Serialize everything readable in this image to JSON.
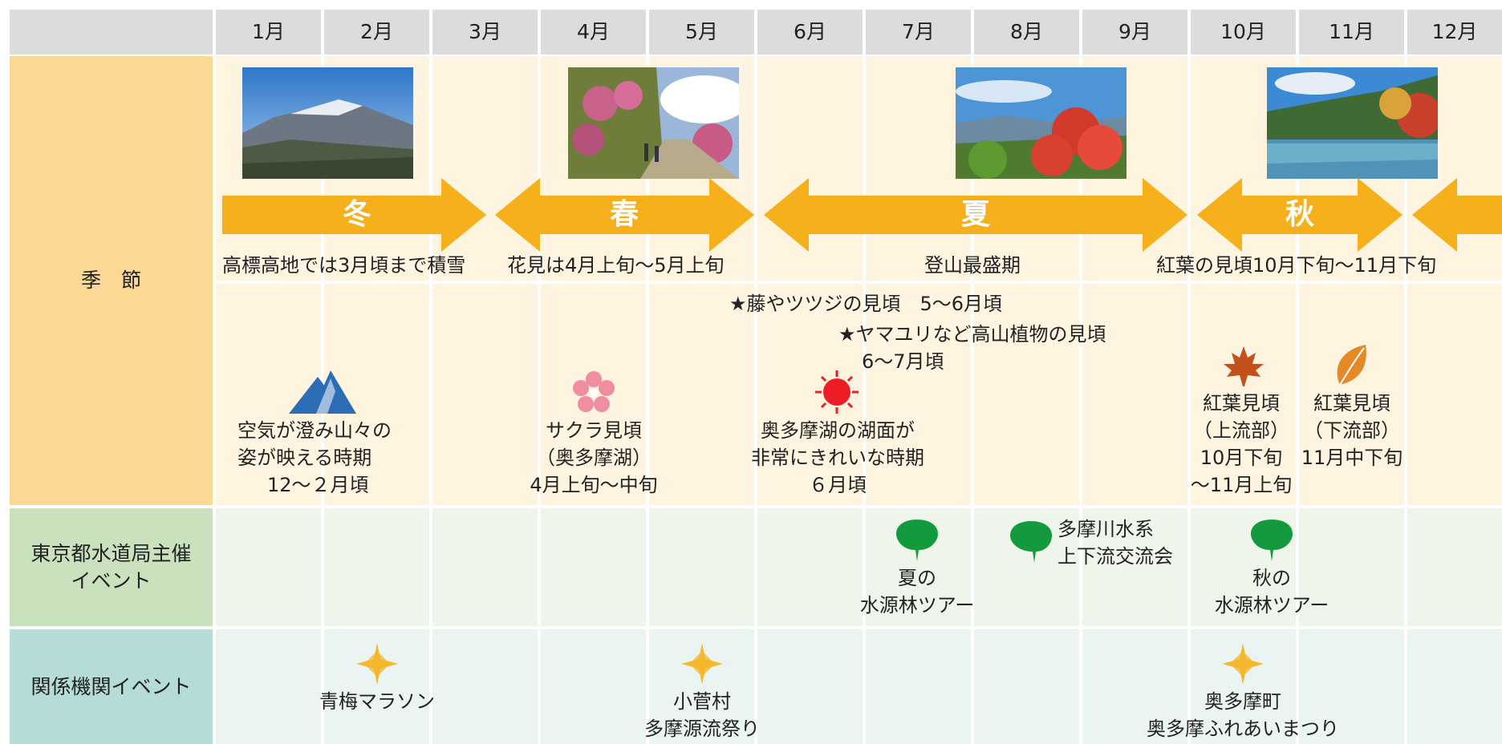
{
  "months": [
    "1月",
    "2月",
    "3月",
    "4月",
    "5月",
    "6月",
    "7月",
    "8月",
    "9月",
    "10月",
    "11月",
    "12月"
  ],
  "rows": {
    "season": "季　節",
    "tokyo": [
      "東京都水道局主催",
      "イベント"
    ],
    "related": "関係機関イベント"
  },
  "seasons": {
    "winter": "冬",
    "spring": "春",
    "summer": "夏",
    "autumn": "秋"
  },
  "season_notes": {
    "winter": "高標高地では3月頃まで積雪",
    "spring": "花見は4月上旬～5月上旬",
    "summer": "登山最盛期",
    "autumn": "紅葉の見頃10月下旬～11月下旬"
  },
  "star_notes": {
    "fuji": "★藤やツツジの見頃　5～6月頃",
    "yamayuri_1": "★ヤマユリなど高山植物の見頃",
    "yamayuri_2": "6～7月頃"
  },
  "highlights": {
    "air": [
      "空気が澄み山々の",
      "姿が映える時期",
      "12～２月頃"
    ],
    "sakura": [
      "サクラ見頃",
      "（奥多摩湖）",
      "4月上旬～中旬"
    ],
    "lake": [
      "奥多摩湖の湖面が",
      "非常にきれいな時期",
      "６月頃"
    ],
    "koyo_up": [
      "紅葉見頃",
      "（上流部）",
      "10月下旬",
      "～11月上旬"
    ],
    "koyo_down": [
      "紅葉見頃",
      "（下流部）",
      "11月中下旬"
    ]
  },
  "tokyo_events": {
    "summer_tour": [
      "夏の",
      "水源林ツアー"
    ],
    "exchange": [
      "多摩川水系",
      "上下流交流会"
    ],
    "autumn_tour": [
      "秋の",
      "水源林ツアー"
    ]
  },
  "related_events": {
    "marathon": "青梅マラソン",
    "kosuge": [
      "小菅村",
      "多摩源流祭り"
    ],
    "okutama": [
      "奥多摩町",
      "奥多摩ふれあいまつり"
    ]
  },
  "colors": {
    "header": "#dcdcdc",
    "season_label_bg": "#fbd894",
    "season_area_bg": "#fff4df",
    "tokyo_label_bg": "#c9e1bd",
    "tokyo_area_bg": "#eff5ea",
    "related_label_bg": "#b5dcd6",
    "related_area_bg": "#eaf4f3",
    "arrow": "#f5b01b",
    "ginkgo": "#139a3c",
    "burst": "#f6b72b",
    "sun": "#ee1c24",
    "maple": "#c2511c",
    "sakura": "#f08da0",
    "mountain": "#2d6db5"
  },
  "icons": {
    "mountain": "mountain-icon",
    "sakura": "sakura-icon",
    "sun": "sun-icon",
    "maple": "maple-leaf-icon",
    "leaf": "autumn-leaf-icon",
    "ginkgo": "ginkgo-leaf-icon",
    "burst": "star-burst-icon"
  }
}
